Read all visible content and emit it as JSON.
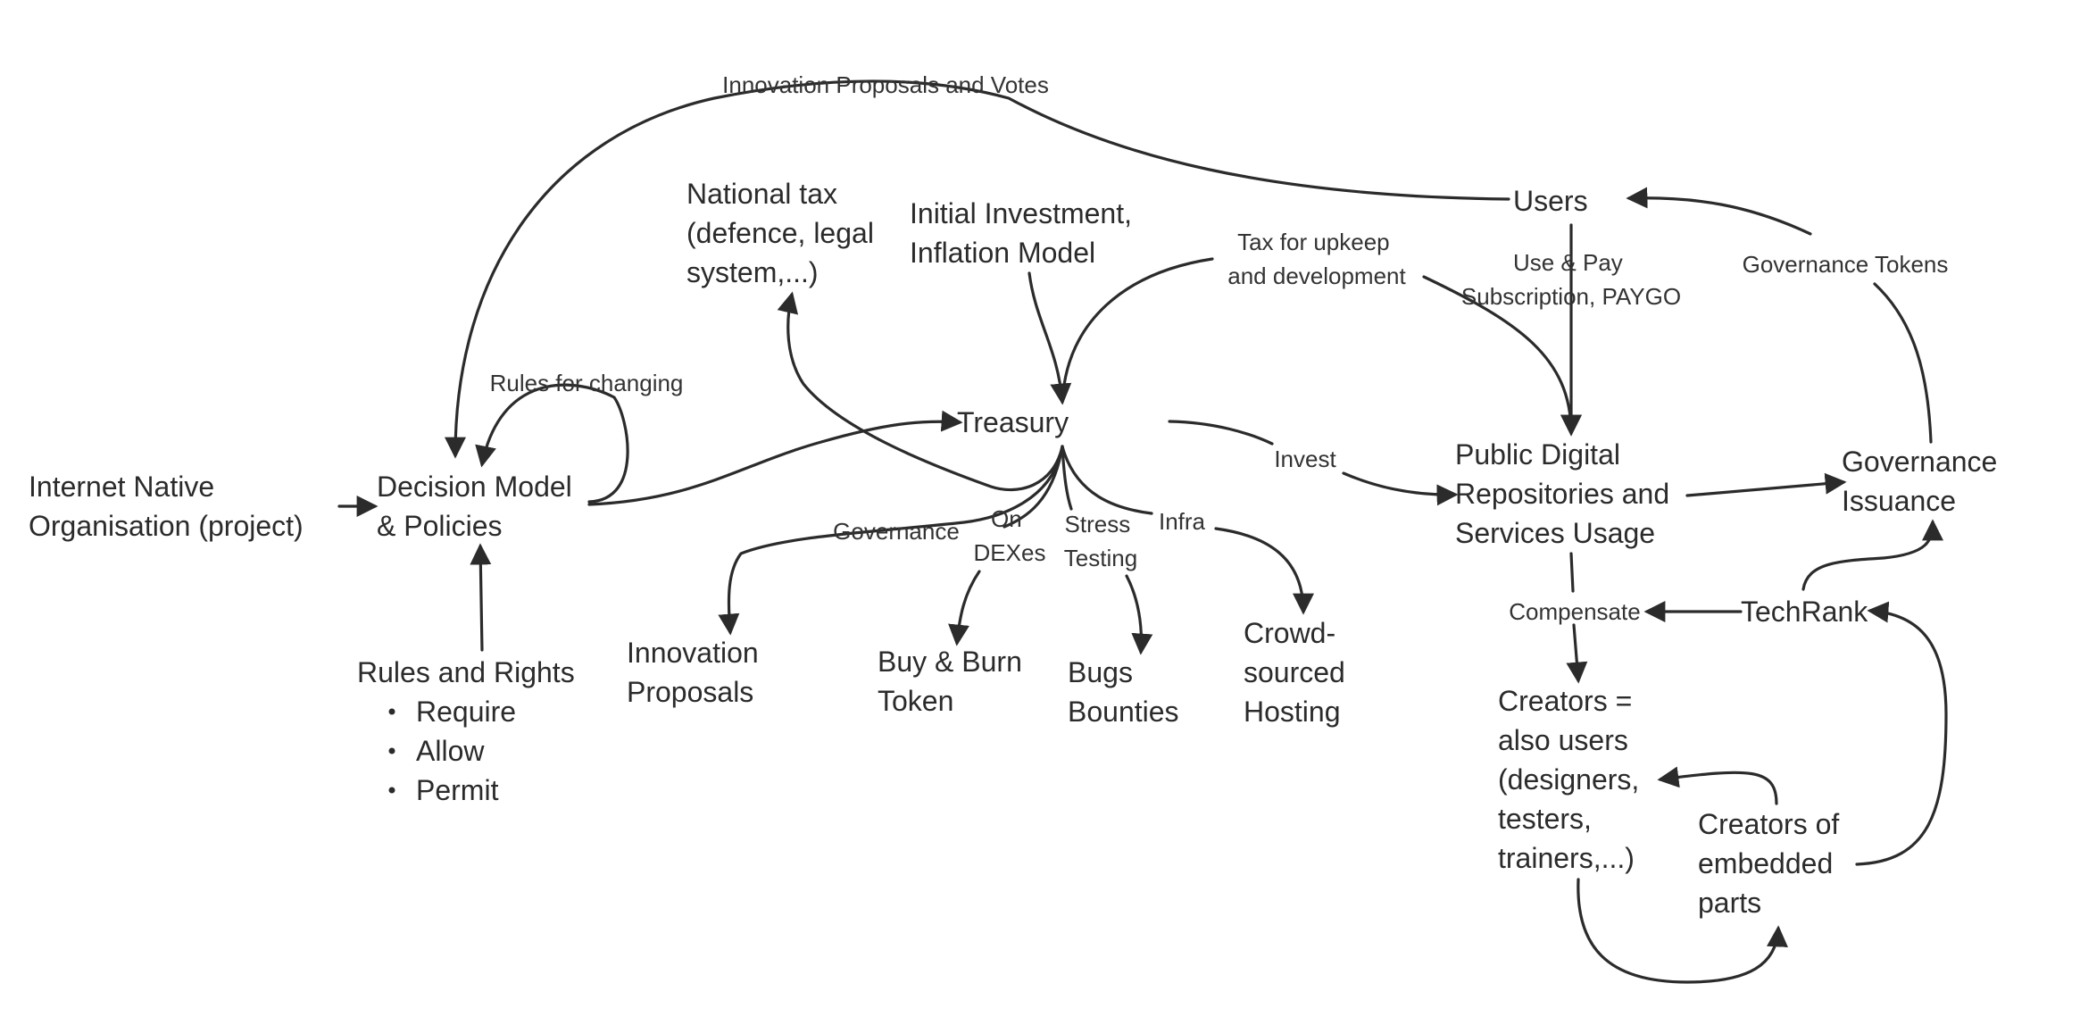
{
  "nodes": {
    "internet_native": [
      "Internet Native",
      "Organisation (project)"
    ],
    "decision_model": [
      "Decision Model",
      "& Policies"
    ],
    "rules_rights": [
      "Rules and Rights"
    ],
    "rules_rights_bullets": [
      "Require",
      "Allow",
      "Permit"
    ],
    "national_tax": [
      "National tax",
      "(defence, legal",
      "system,...)"
    ],
    "initial_investment": [
      "Initial Investment,",
      "Inflation Model"
    ],
    "treasury": [
      "Treasury"
    ],
    "users": [
      "Users"
    ],
    "public_digital": [
      "Public Digital",
      "Repositories  and",
      "Services Usage"
    ],
    "governance_issuance": [
      "Governance",
      "Issuance"
    ],
    "innovation_proposals": [
      "Innovation",
      "Proposals"
    ],
    "buy_burn": [
      "Buy & Burn",
      "Token"
    ],
    "bugs_bounties": [
      "Bugs",
      "Bounties"
    ],
    "crowd_hosting": [
      "Crowd-",
      "sourced",
      "Hosting"
    ],
    "techrank": [
      "TechRank"
    ],
    "creators_users": [
      "Creators =",
      "also users",
      "(designers,",
      "testers,",
      "trainers,...)"
    ],
    "creators_embedded": [
      "Creators of",
      "embedded",
      "parts"
    ]
  },
  "edge_labels": {
    "innovation_votes": [
      "Innovation Proposals and Votes"
    ],
    "rules_changing": [
      "Rules for changing"
    ],
    "tax_upkeep": [
      "Tax for upkeep",
      "and development"
    ],
    "use_pay": [
      "Use & Pay",
      "Subscription, PAYGO"
    ],
    "governance_tokens": [
      "Governance Tokens"
    ],
    "invest": [
      "Invest"
    ],
    "governance": [
      "Governance"
    ],
    "on_dexes": [
      "On",
      "DEXes"
    ],
    "stress_testing": [
      "Stress",
      "Testing"
    ],
    "infra": [
      "Infra"
    ],
    "compensate": [
      "Compensate"
    ]
  },
  "colors": {
    "ink": "#2b2b2b",
    "background": "#ffffff"
  }
}
